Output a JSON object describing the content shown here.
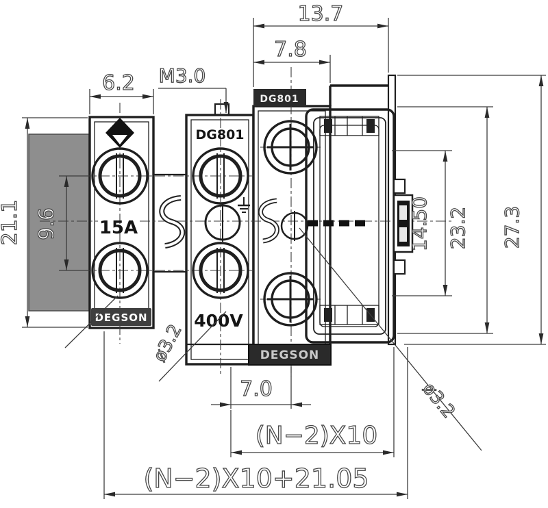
{
  "drawing": {
    "brand": "DEGSON",
    "model": "DG801",
    "markings": {
      "front_model": "DG801",
      "top_model": "DG801",
      "left_brand": "DEGSON",
      "bottom_brand": "DEGSON",
      "current_rating": "15A",
      "voltage_rating": "400V"
    },
    "dimensions": {
      "overall_top_width": "13.7",
      "upper_body_width": "7.8",
      "screw_thread": "M3.0",
      "end_section_width": "6.2",
      "end_section_height": "21.1",
      "screw_center_spacing": "9.6",
      "pin_section_height": "14.50",
      "body_height": "23.2",
      "overall_height": "27.3",
      "wire_hole_left": "ø3.2",
      "wire_hole_right": "ø3.2",
      "lower_depth": "7.0",
      "pole_span": "(N−2)X10",
      "overall_length": "(N−2)X10+21.05"
    },
    "colors": {
      "line": "#1f1f1f",
      "panel_gray": "#8e8e8e",
      "background": "#ffffff"
    }
  }
}
